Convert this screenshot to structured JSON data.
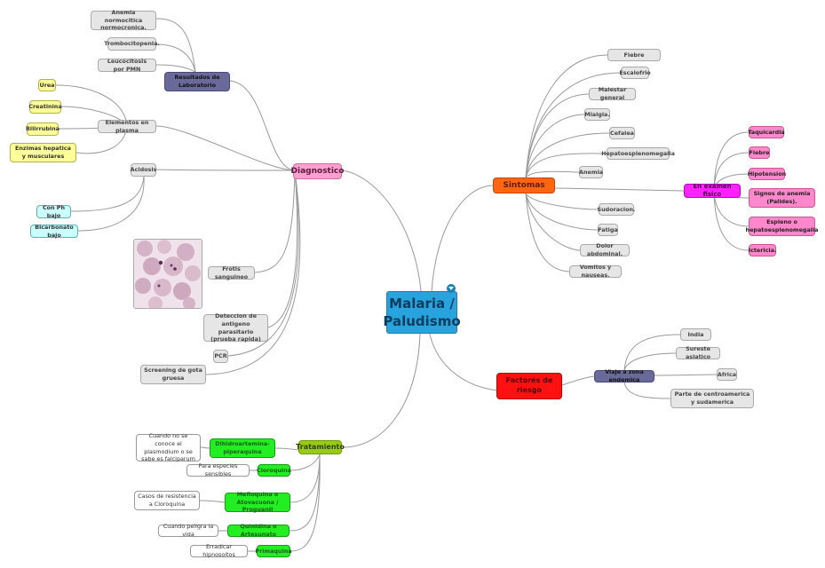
{
  "center": {
    "label": "Malaria / Paludismo"
  },
  "diagnostico": {
    "label": "Diagnostico",
    "laboratorio": {
      "label": "Resultados de Laboratorio",
      "items": [
        "Anemia normocitica normocronica.",
        "Trombocitopenia.",
        "Leucocitosis por PMN"
      ]
    },
    "plasma": {
      "label": "Elementos en plasma",
      "items": [
        "Urea",
        "Creatinina",
        "Bilirrubina",
        "Enzimas hepatica y musculares"
      ]
    },
    "acidosis": {
      "label": "Acidosis",
      "items": [
        "Con Ph bajo",
        "Bicarbonato bajo"
      ]
    },
    "frotis": {
      "label": "Frotis sanguineo"
    },
    "antigeno": {
      "label": "Deteccion de antigeno parasitario (prueba rapida)"
    },
    "pcr": {
      "label": "PCR"
    },
    "gota": {
      "label": "Screening de gota gruesa"
    }
  },
  "sintomas": {
    "label": "Sintomas",
    "items": [
      "Fiebre",
      "Escalofrio",
      "Malestar general",
      "Mialgia.",
      "Cefalea",
      "Hepatoesplenomegalia",
      "Anemia",
      "Sudoracion.",
      "Fatiga",
      "Dolor abdominal.",
      "Vomitos y nauseas."
    ],
    "examen": {
      "label": "En examen fisico",
      "items": [
        "Taquicardia",
        "Fiebre",
        "Hipotension",
        "Signos de anemia (Palides).",
        "Espleno o hepatoesplenomegalia",
        "Ictericia."
      ]
    }
  },
  "factores": {
    "label": "Factores de riesgo",
    "viaje": {
      "label": "Viaje a zona endemica",
      "items": [
        "India",
        "Sureste asiatico",
        "Africa",
        "Parte de centroamerica y sudamerica"
      ]
    }
  },
  "tratamiento": {
    "label": "Tratamiento",
    "items": [
      {
        "drug": "Dihidroartemina-piperaquina",
        "note": "Cuando no se conoce el plasmodium o se sabe es falciparum"
      },
      {
        "drug": "Cloroquina",
        "note": "Para especies sensibles"
      },
      {
        "drug": "Mefloquina o Atovacuona / Proguanil",
        "note": "Casos de resistencia a Cloroquina"
      },
      {
        "drug": "Quinidina o Artesunato",
        "note": "Cuando peligra la vida"
      },
      {
        "drug": "Primaquina",
        "note": "Erradicar hipnosoitos"
      }
    ]
  },
  "icons": {
    "center_badge": "collapse-icon",
    "smear": "blood-smear-image"
  }
}
